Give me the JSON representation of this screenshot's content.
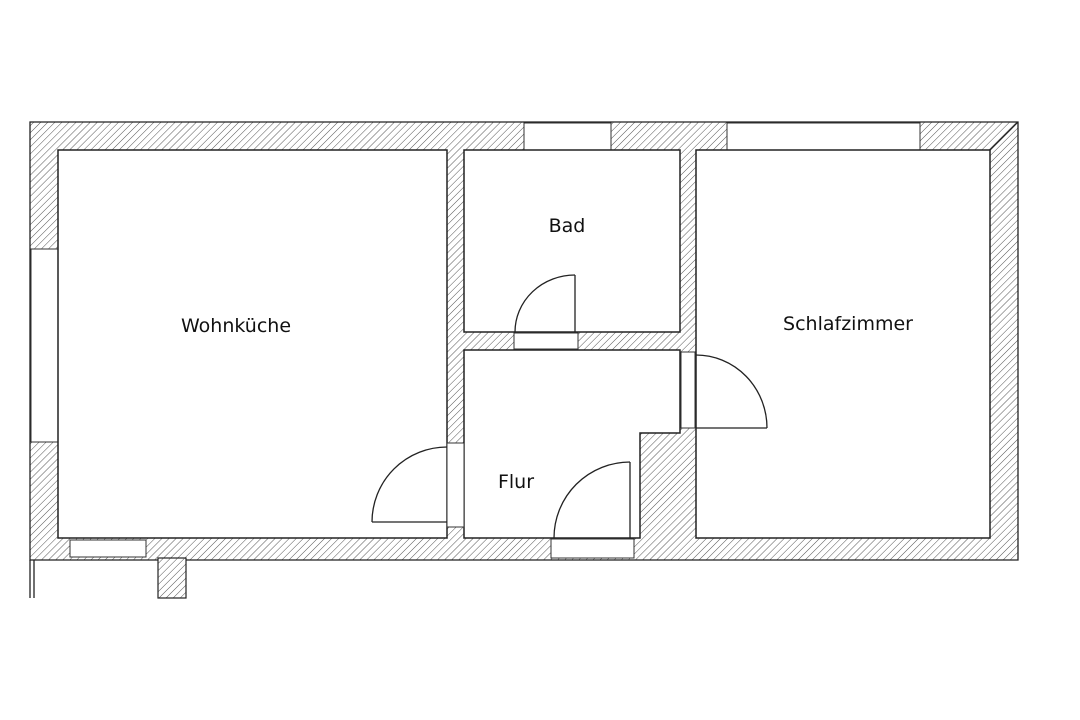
{
  "title": "Grundriss",
  "rooms": {
    "wohnkueche": "Wohnküche",
    "bad": "Bad",
    "flur": "Flur",
    "schlafzimmer": "Schlafzimmer"
  },
  "colors": {
    "line": "#222222",
    "hatch": "#555555",
    "background": "#ffffff"
  }
}
